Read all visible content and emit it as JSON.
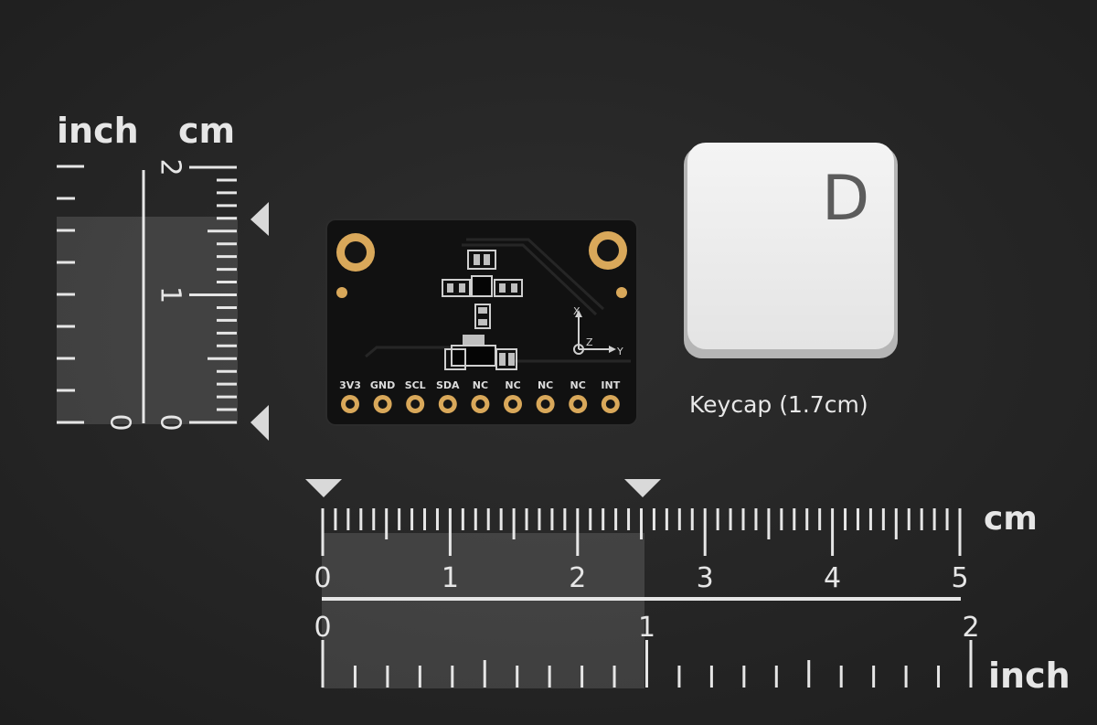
{
  "rulers": {
    "vertical": {
      "unit_left": "inch",
      "unit_right": "cm",
      "cm_numbers": [
        "2",
        "1",
        "0"
      ],
      "inch_numbers": [
        "0"
      ]
    },
    "horizontal": {
      "unit_top": "cm",
      "unit_bottom": "inch",
      "cm_numbers": [
        "0",
        "1",
        "2",
        "3",
        "4",
        "5"
      ],
      "inch_numbers": [
        "0",
        "1",
        "2"
      ]
    }
  },
  "board": {
    "pin_labels": [
      "3V3",
      "GND",
      "SCL",
      "SDA",
      "NC",
      "NC",
      "NC",
      "NC",
      "INT"
    ],
    "axis_labels": {
      "x": "X",
      "y": "Y",
      "z": "Z"
    }
  },
  "keycap": {
    "letter": "D",
    "caption": "Keycap (1.7cm)"
  },
  "colors": {
    "background": "#262626",
    "ruler": "#e6e6e6",
    "board": "#121212",
    "gold": "#d9a85a",
    "keycap": "#efefef"
  }
}
